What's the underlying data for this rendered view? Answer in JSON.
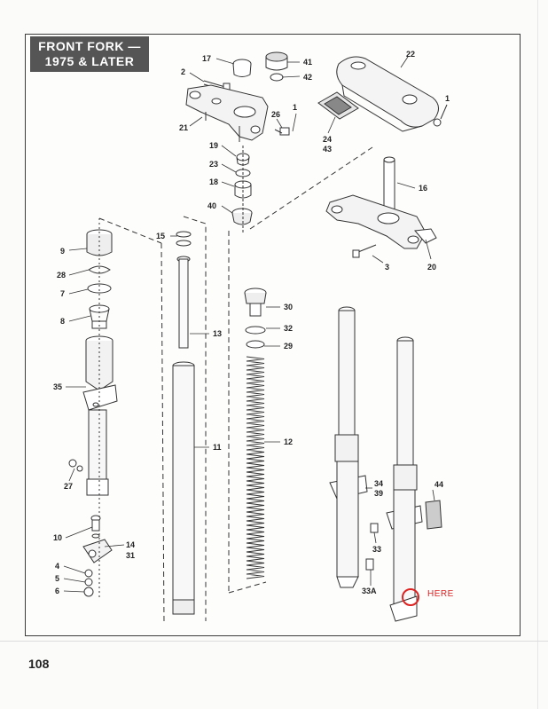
{
  "title": {
    "line1": "FRONT FORK —",
    "line2": "1975 & LATER"
  },
  "page_number": "108",
  "annotation": {
    "text": "HERE",
    "color": "#dd2222"
  },
  "callouts": {
    "c17": "17",
    "c41": "41",
    "c2": "2",
    "c42": "42",
    "c22": "22",
    "c1a": "1",
    "c21": "21",
    "c26": "26",
    "c1b": "1",
    "c24": "24",
    "c43": "43",
    "c19": "19",
    "c23": "23",
    "c18": "18",
    "c40": "40",
    "c16": "16",
    "c3": "3",
    "c20": "20",
    "c9": "9",
    "c15": "15",
    "c28": "28",
    "c7": "7",
    "c8": "8",
    "c13": "13",
    "c30": "30",
    "c32": "32",
    "c29": "29",
    "c35": "35",
    "c11": "11",
    "c12": "12",
    "c27": "27",
    "c34": "34",
    "c39": "39",
    "c44": "44",
    "c10": "10",
    "c14": "14",
    "c31": "31",
    "c33": "33",
    "c4": "4",
    "c5": "5",
    "c6": "6",
    "c33a": "33A"
  }
}
